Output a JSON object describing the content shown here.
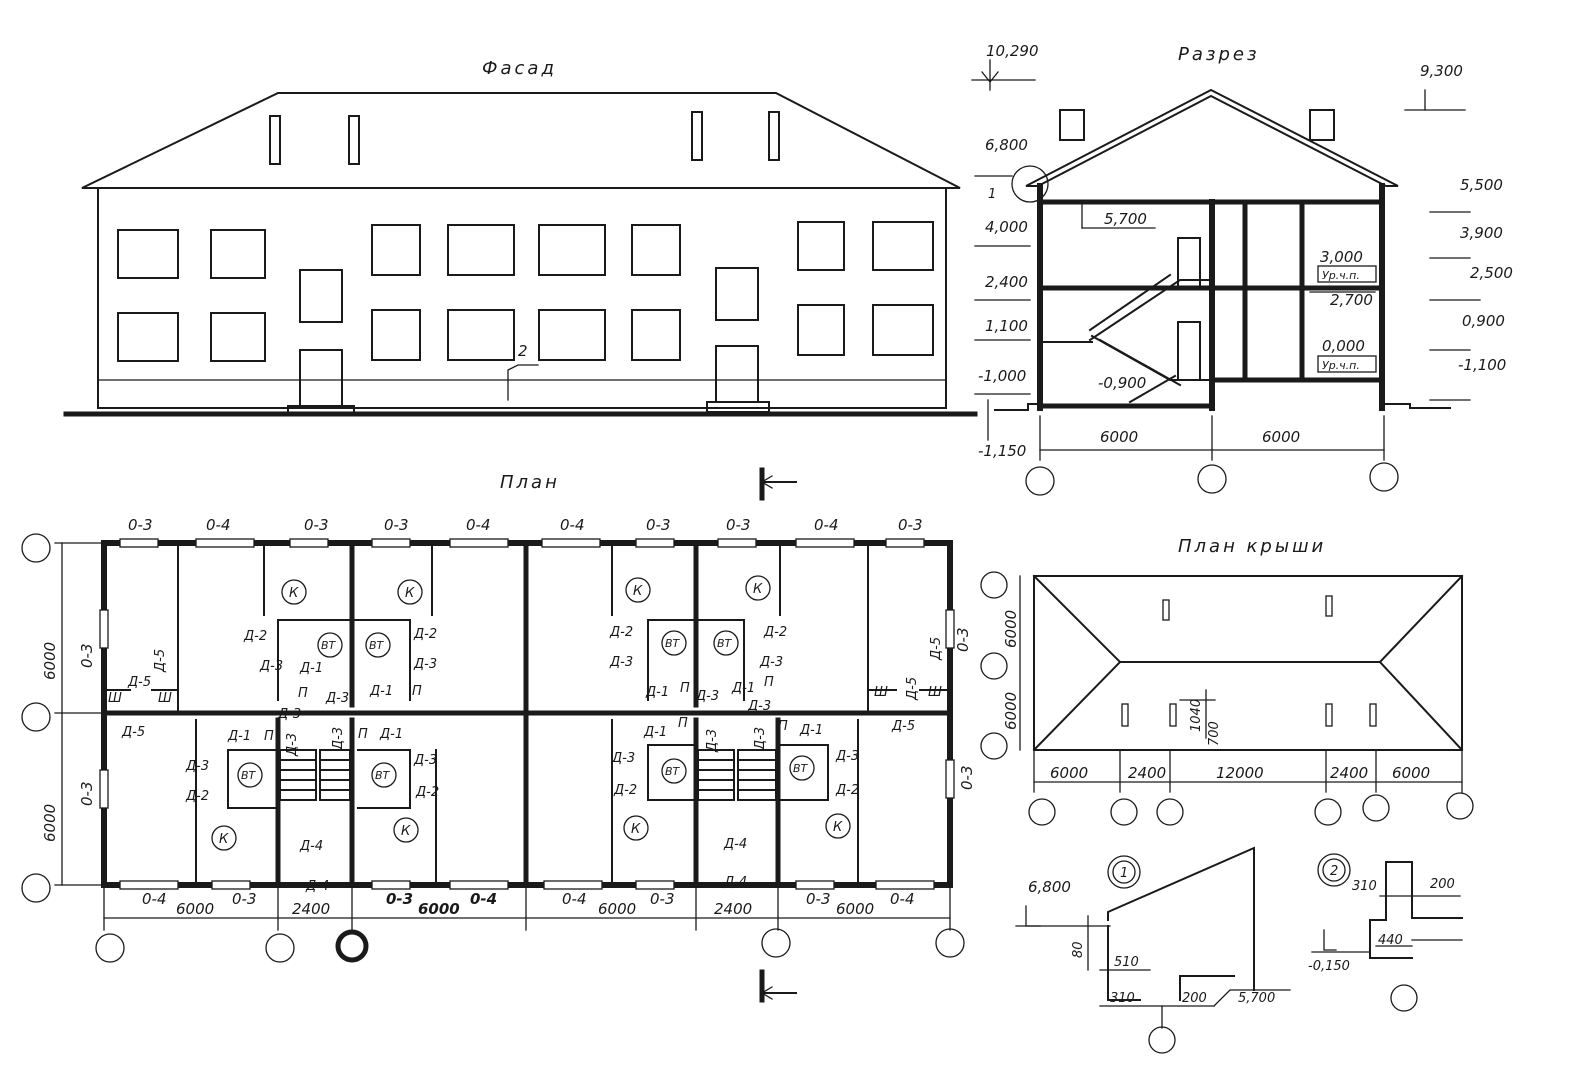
{
  "titles": {
    "facade": "Фасад",
    "section": "Разрез",
    "plan": "План",
    "roof_plan": "План крыши"
  },
  "facade": {
    "callout": "2"
  },
  "section": {
    "elev_left": [
      "10,290",
      "6,800",
      "4,000",
      "2,400",
      "1,100",
      "-1,000",
      "-1,150"
    ],
    "callout_1": "1",
    "elev_inner": [
      "5,700",
      "-0,900"
    ],
    "elev_right_inner": [
      "3,000",
      "Ур.ч.п.",
      "2,700",
      "0,000",
      "Ур.ч.п."
    ],
    "elev_right": [
      "9,300",
      "5,500",
      "3,900",
      "2,500",
      "0,900",
      "-1,100"
    ],
    "dims": [
      "6000",
      "6000"
    ]
  },
  "plan": {
    "top_windows": [
      "0-3",
      "0-4",
      "0-3",
      "0-3",
      "0-4",
      "0-4",
      "0-3",
      "0-3",
      "0-4",
      "0-3"
    ],
    "bottom_windows": [
      "0-4",
      "0-3",
      "0-3",
      "0-4",
      "0-4",
      "0-3",
      "0-3",
      "0-4"
    ],
    "side_windows": [
      "0-3",
      "0-3",
      "0-3",
      "0-3"
    ],
    "dims_left": [
      "6000",
      "6000"
    ],
    "dims_bottom": [
      "6000",
      "2400",
      "6000",
      "6000",
      "2400",
      "6000"
    ],
    "room_k": "К",
    "room_vt": "ВТ",
    "doors": {
      "d1": "Д-1",
      "d2": "Д-2",
      "d3": "Д-3",
      "d4": "Д-4",
      "d5": "Д-5",
      "p": "П",
      "sh": "Ш"
    }
  },
  "roof": {
    "dims_left": [
      "6000",
      "6000"
    ],
    "dims_bottom": [
      "6000",
      "2400",
      "12000",
      "2400",
      "6000"
    ],
    "chimney_dims": [
      "1040",
      "700"
    ]
  },
  "detail1": {
    "marker": "1",
    "elev": "6,800",
    "dims": [
      "80",
      "510",
      "310",
      "200"
    ],
    "elev2": "5,700"
  },
  "detail2": {
    "marker": "2",
    "dims": [
      "310",
      "200",
      "440"
    ],
    "elev": "-0,150"
  }
}
